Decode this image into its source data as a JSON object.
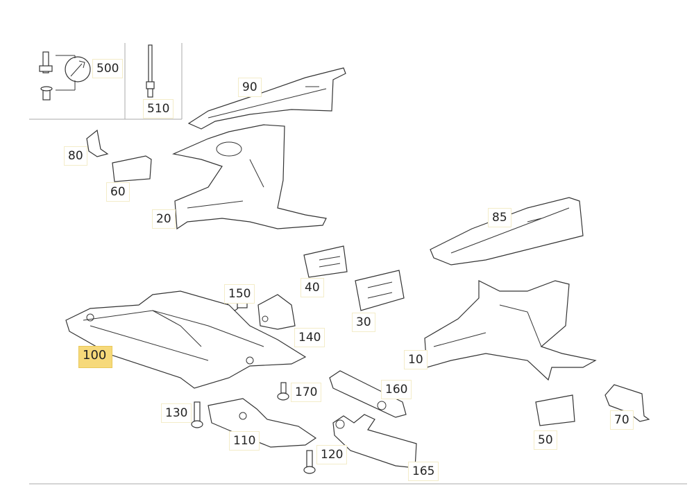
{
  "diagram": {
    "highlighted_part": "100",
    "highlight_color": "#f6d97a",
    "labels": {
      "p500": "500",
      "p510": "510",
      "p90": "90",
      "p80": "80",
      "p60": "60",
      "p20": "20",
      "p85": "85",
      "p40": "40",
      "p30": "30",
      "p150": "150",
      "p140": "140",
      "p100": "100",
      "p10": "10",
      "p160": "160",
      "p170": "170",
      "p130": "130",
      "p110": "110",
      "p120": "120",
      "p165": "165",
      "p50": "50",
      "p70": "70"
    }
  }
}
